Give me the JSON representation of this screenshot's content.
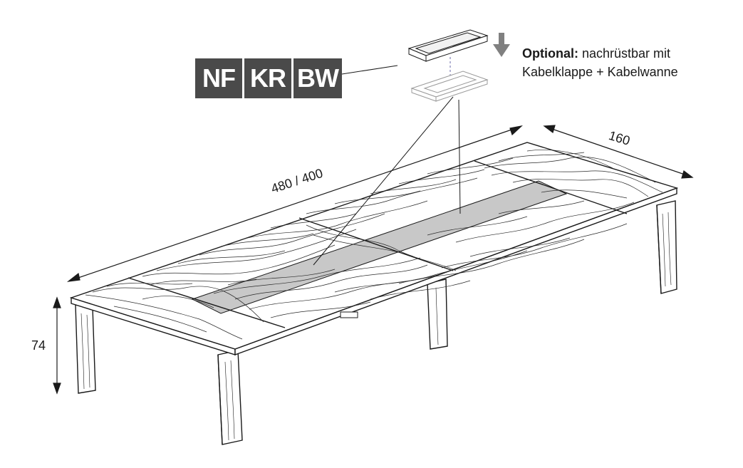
{
  "badges": [
    "NF",
    "KR",
    "BW"
  ],
  "note": {
    "bold": "Optional:",
    "line1_rest": " nachrüstbar mit",
    "line2": "Kabelklappe + Kabelwanne"
  },
  "dimensions": {
    "length": "480 / 400",
    "depth": "160",
    "height": "74"
  },
  "colors": {
    "badge_bg": "#4a4a4a",
    "badge_text": "#ffffff",
    "line": "#1a1a1a",
    "cable_channel": "#c8c8c8",
    "arrow": "#808080"
  },
  "icons": [
    "down-arrow-icon",
    "cable-flap-icon",
    "cable-tray-icon"
  ]
}
